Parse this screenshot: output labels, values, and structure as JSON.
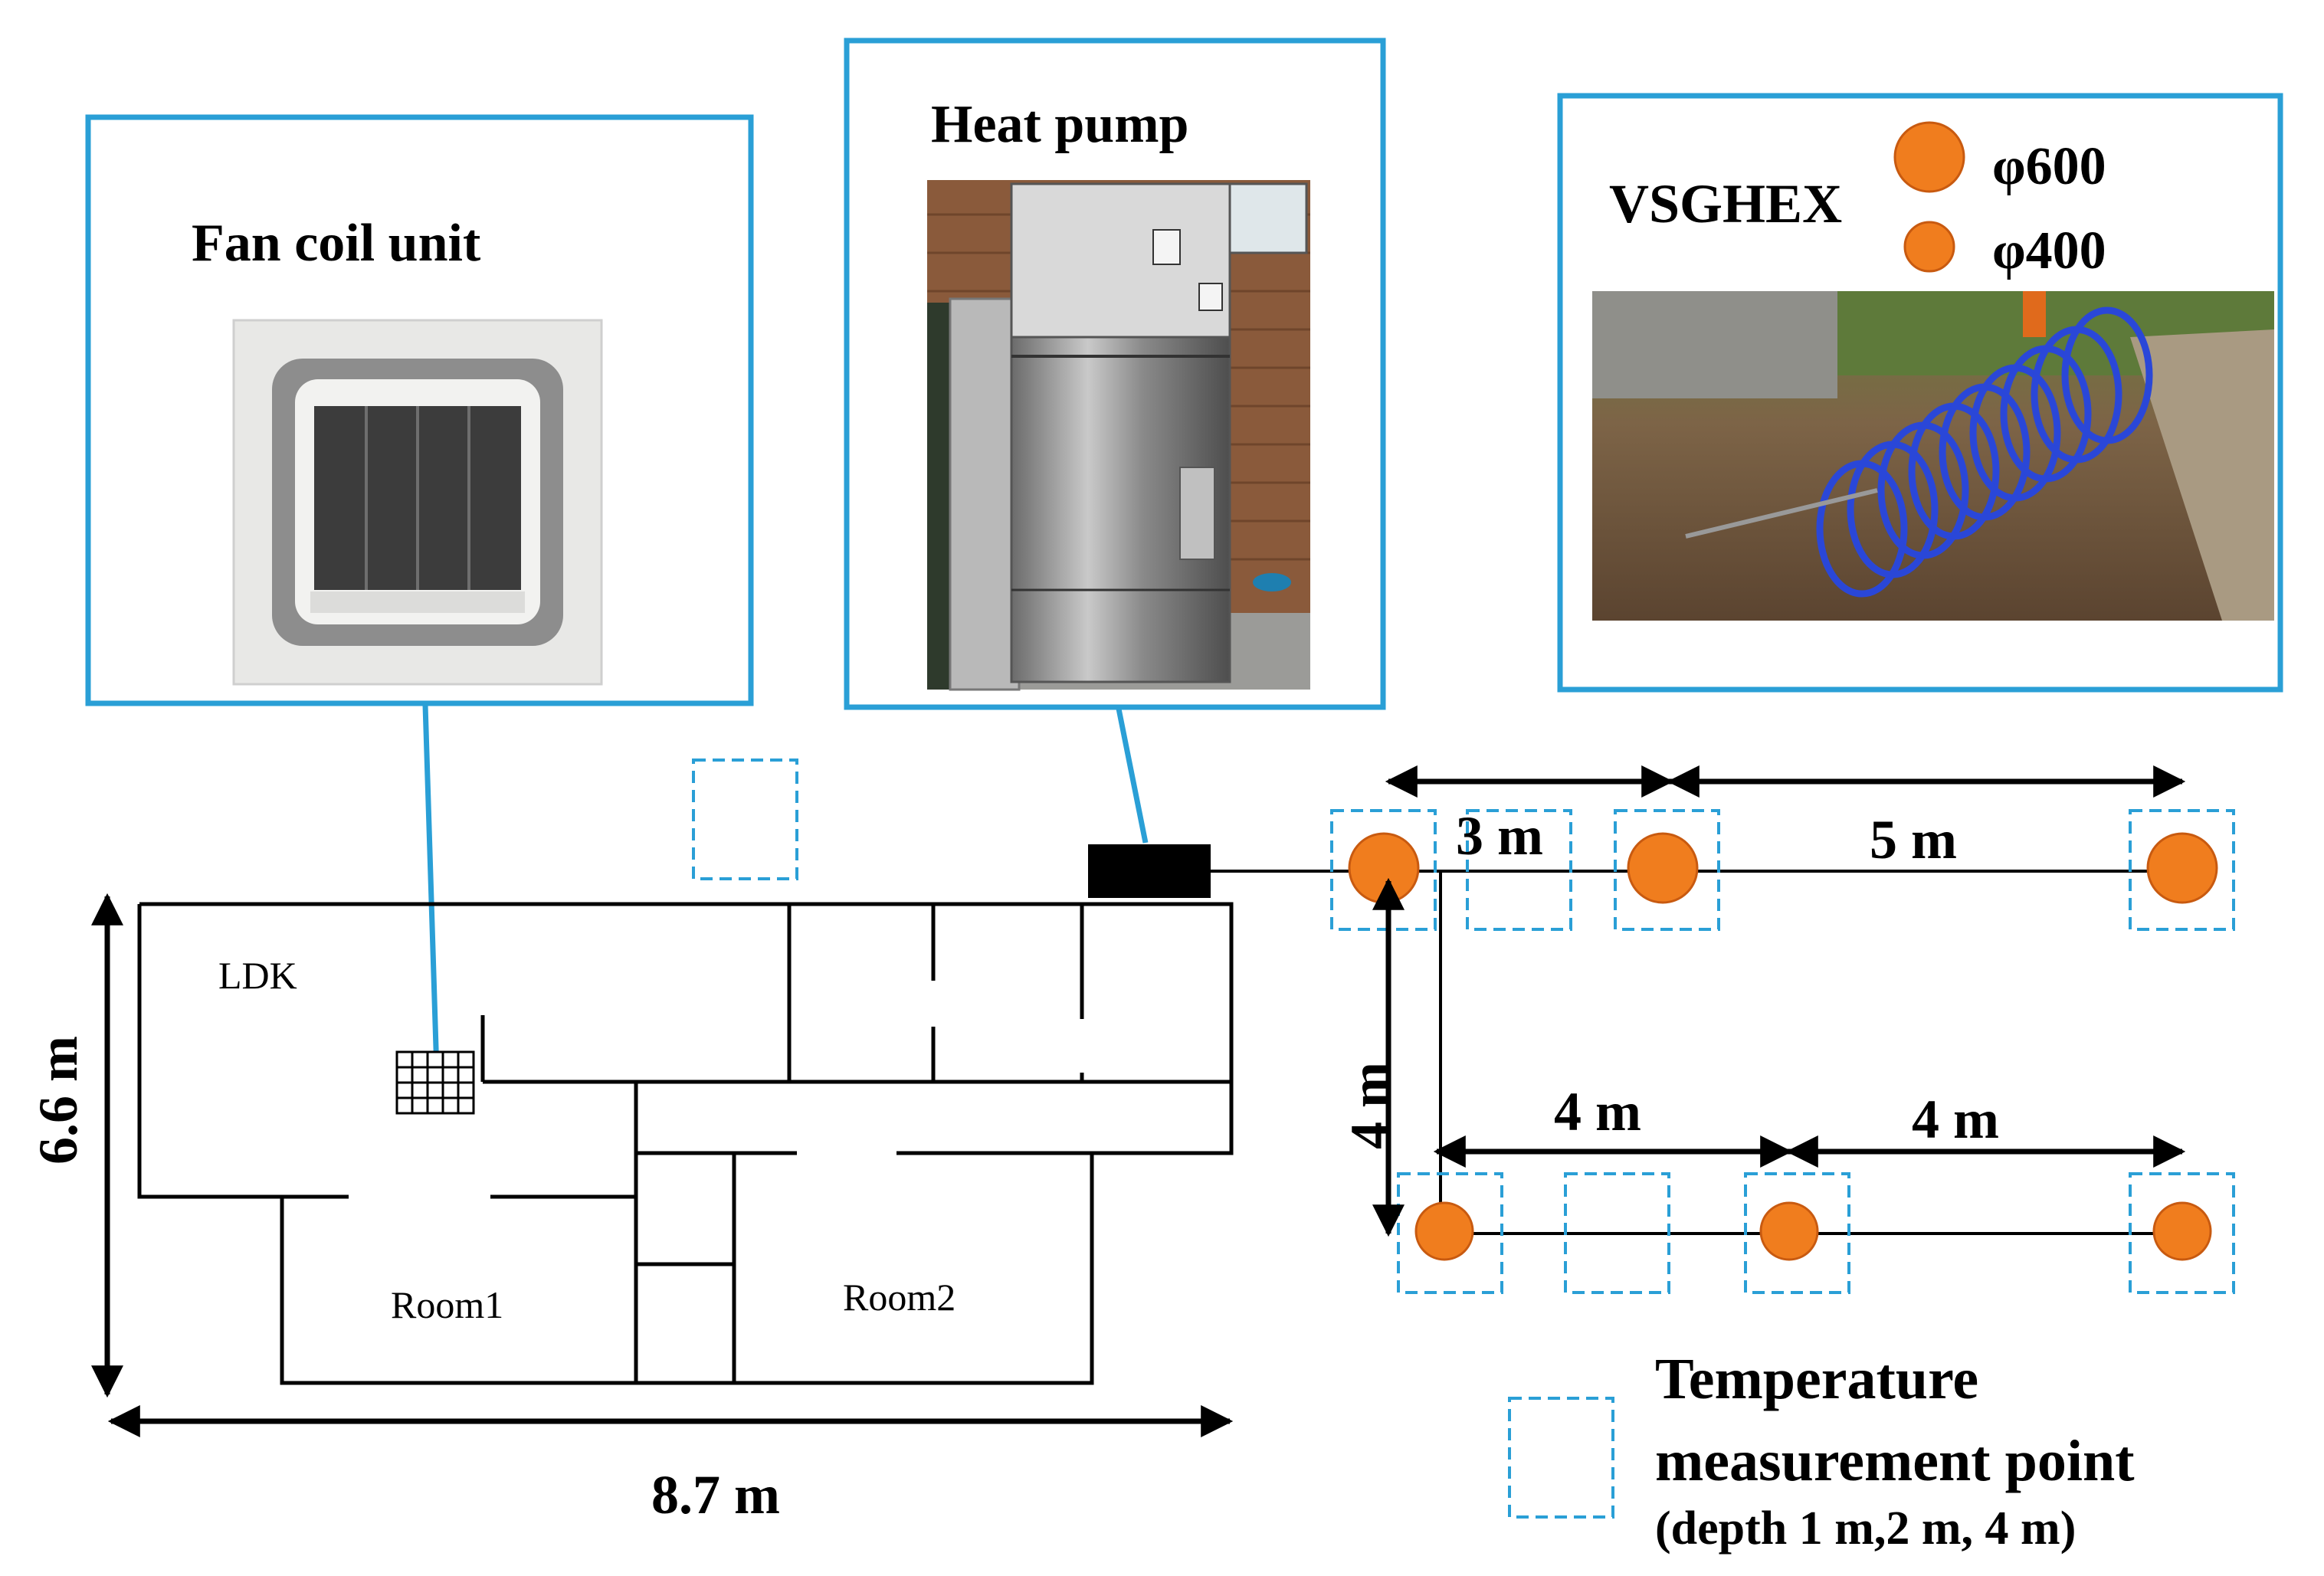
{
  "panels": {
    "fan_coil_title": "Fan coil unit",
    "heat_pump_title": "Heat pump",
    "vsghex_title": "VSGHEX",
    "legend_phi600": "φ600",
    "legend_phi400": "φ400"
  },
  "floor_plan": {
    "ldk": "LDK",
    "room1": "Room1",
    "room2": "Room2",
    "width_label": "8.7 m",
    "height_label": "6.6 m"
  },
  "layout_labels": {
    "d_top_left": "3 m",
    "d_top_right": "5 m",
    "d_vertical": "4 m",
    "d_bottom_left": "4 m",
    "d_bottom_right": "4 m"
  },
  "legend": {
    "line1": "Temperature",
    "line2": "measurement point",
    "line3": "(depth 1 m,2 m, 4 m)"
  },
  "colors": {
    "panel_border": "#2a9fd6",
    "dashed_box": "#2a9fd6",
    "borehole_fill": "#f07d1e",
    "borehole_stroke": "#c85a10",
    "wall": "#000000"
  }
}
